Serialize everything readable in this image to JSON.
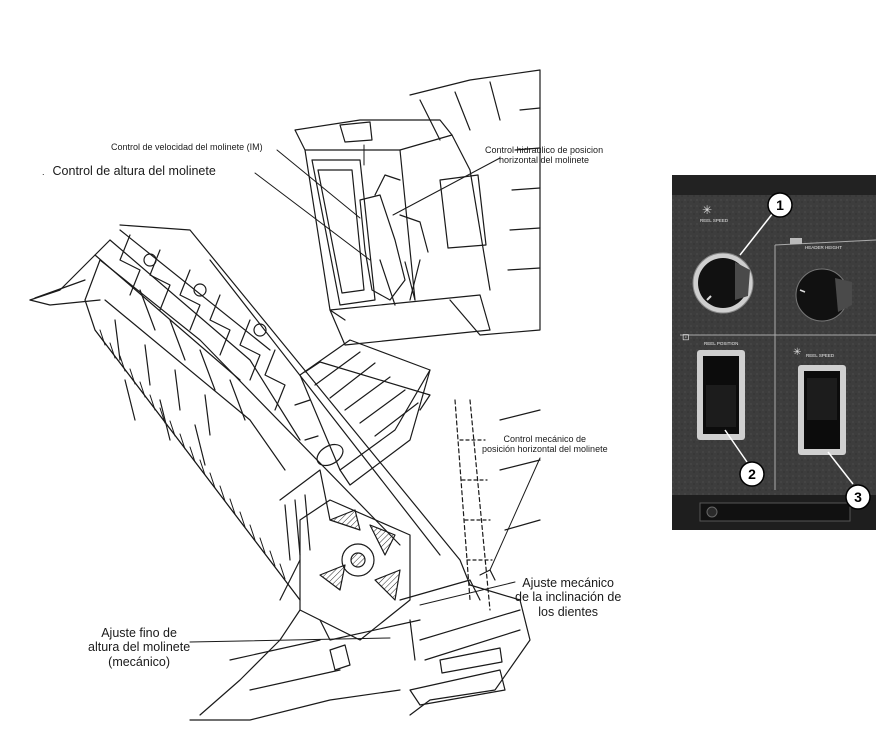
{
  "labels": {
    "reel_speed_control": "Control de velocidad del molinete (IM)",
    "reel_height_control": "Control de altura del molinete",
    "hydraulic_fore_aft": [
      "Control hidraulico de posicion",
      "horizontal del molinete"
    ],
    "mechanical_fore_aft": [
      "Control mecánico de",
      "posición horizontal del molinete"
    ],
    "tine_pitch_adjust": [
      "Ajuste mecánico",
      "de la inclinación de",
      "los dientes"
    ],
    "fine_height_adjust": [
      "Ajuste fino de",
      "altura del molinete",
      "(mecánico)"
    ]
  },
  "panel": {
    "callouts": [
      "1",
      "2",
      "3"
    ],
    "text": {
      "reel_speed_top": "REEL SPEED",
      "header_height": "HEADER HEIGHT",
      "reel_position": "REEL POSITION",
      "reel_speed_bottom": "REEL SPEED"
    }
  },
  "colors": {
    "ink": "#1a1a1a",
    "panel_bg": "#3b3b3b",
    "panel_dark": "#151515",
    "callout_fill": "#ffffff"
  }
}
